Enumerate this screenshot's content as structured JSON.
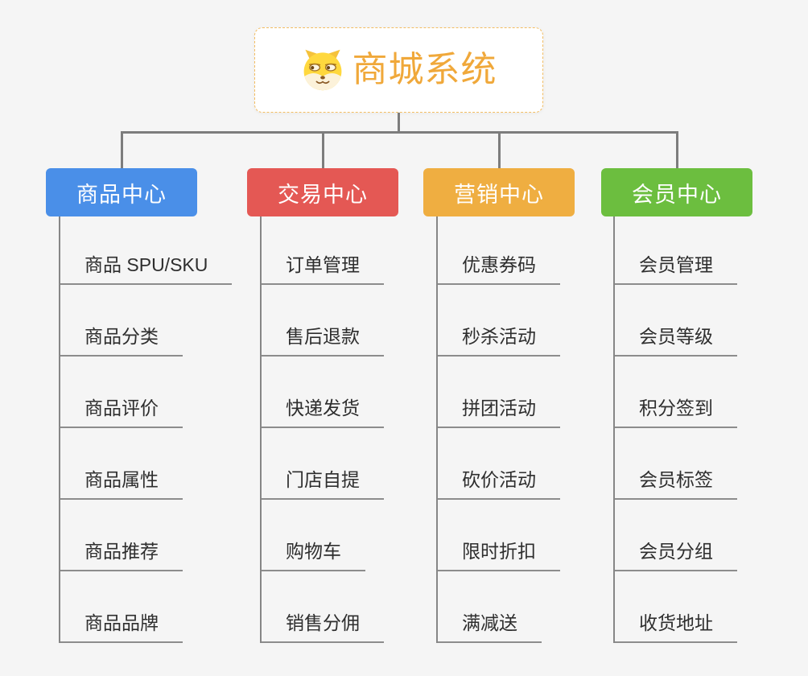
{
  "canvas": {
    "background": "#f5f5f5"
  },
  "root": {
    "title": "商城系统",
    "title_color": "#f0a83a",
    "border_color": "#f3bd62",
    "icon": "doge-icon"
  },
  "connector": {
    "color": "#7d7d7d"
  },
  "branches": [
    {
      "label": "商品中心",
      "color": "#4a8fe8",
      "children": [
        "商品 SPU/SKU",
        "商品分类",
        "商品评价",
        "商品属性",
        "商品推荐",
        "商品品牌"
      ]
    },
    {
      "label": "交易中心",
      "color": "#e45854",
      "children": [
        "订单管理",
        "售后退款",
        "快递发货",
        "门店自提",
        "购物车",
        "销售分佣"
      ]
    },
    {
      "label": "营销中心",
      "color": "#efae41",
      "children": [
        "优惠券码",
        "秒杀活动",
        "拼团活动",
        "砍价活动",
        "限时折扣",
        "满减送"
      ]
    },
    {
      "label": "会员中心",
      "color": "#6cbe3f",
      "children": [
        "会员管理",
        "会员等级",
        "积分签到",
        "会员标签",
        "会员分组",
        "收货地址"
      ]
    }
  ]
}
